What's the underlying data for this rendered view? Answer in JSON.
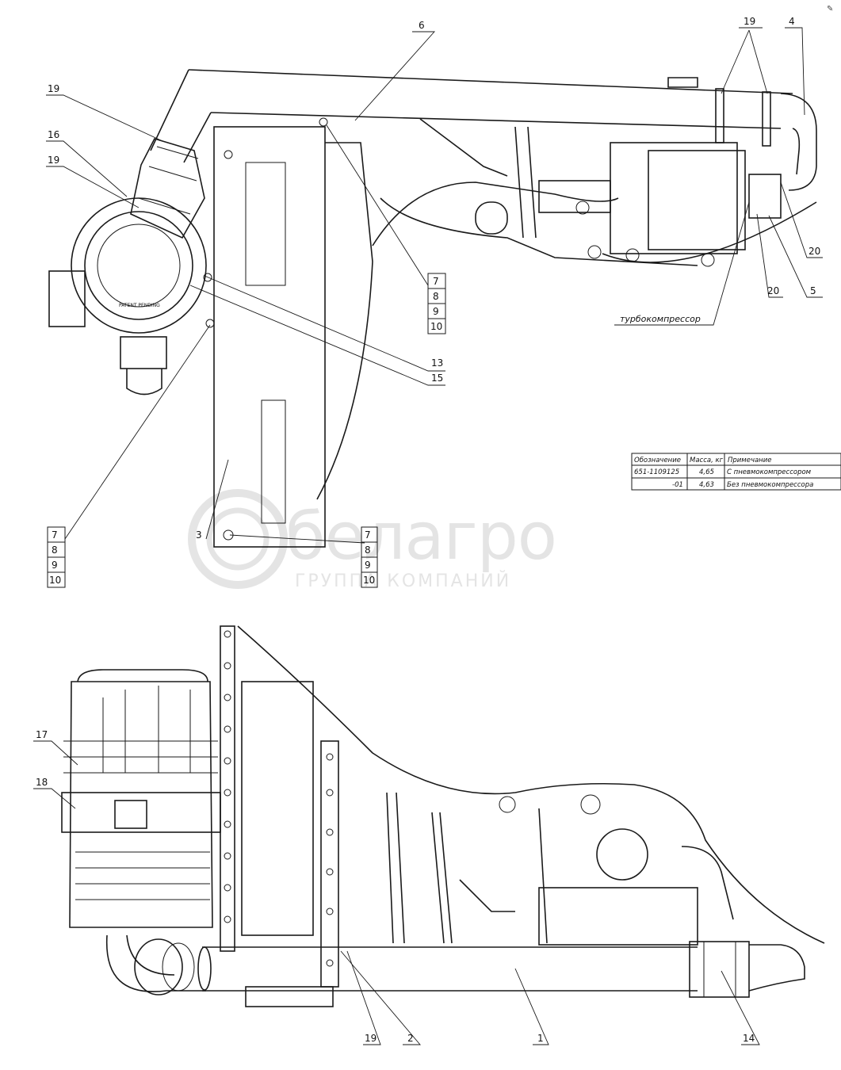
{
  "callouts_top": {
    "c6": "6",
    "c19a": "19",
    "c4": "4",
    "c19_left": "19",
    "c16": "16",
    "c19_left2": "19",
    "c7a": "7",
    "c8a": "8",
    "c9a": "9",
    "c10a": "10",
    "c13": "13",
    "c15": "15",
    "c20a": "20",
    "c20b": "20",
    "c5": "5",
    "c7b": "7",
    "c8b": "8",
    "c9b": "9",
    "c10b": "10",
    "c3": "3",
    "c7c": "7",
    "c8c": "8",
    "c9c": "9",
    "c10c": "10"
  },
  "turbo_label": "турбокомпрессор",
  "callouts_bottom": {
    "c17": "17",
    "c18": "18",
    "c19": "19",
    "c2": "2",
    "c1": "1",
    "c14": "14"
  },
  "spec_table": {
    "headers": [
      "Обозначение",
      "Масса, кг",
      "Примечание"
    ],
    "rows": [
      [
        "651-1109125",
        "4,65",
        "С пневмокомпрессором"
      ],
      [
        "-01",
        "4,63",
        "Без пневмокомпрессора"
      ]
    ]
  },
  "watermark": {
    "brand": "белагро",
    "subtitle": "ГРУППА КОМПАНИЙ",
    "color": "#cfcfcf"
  },
  "corner_mark": "✎"
}
